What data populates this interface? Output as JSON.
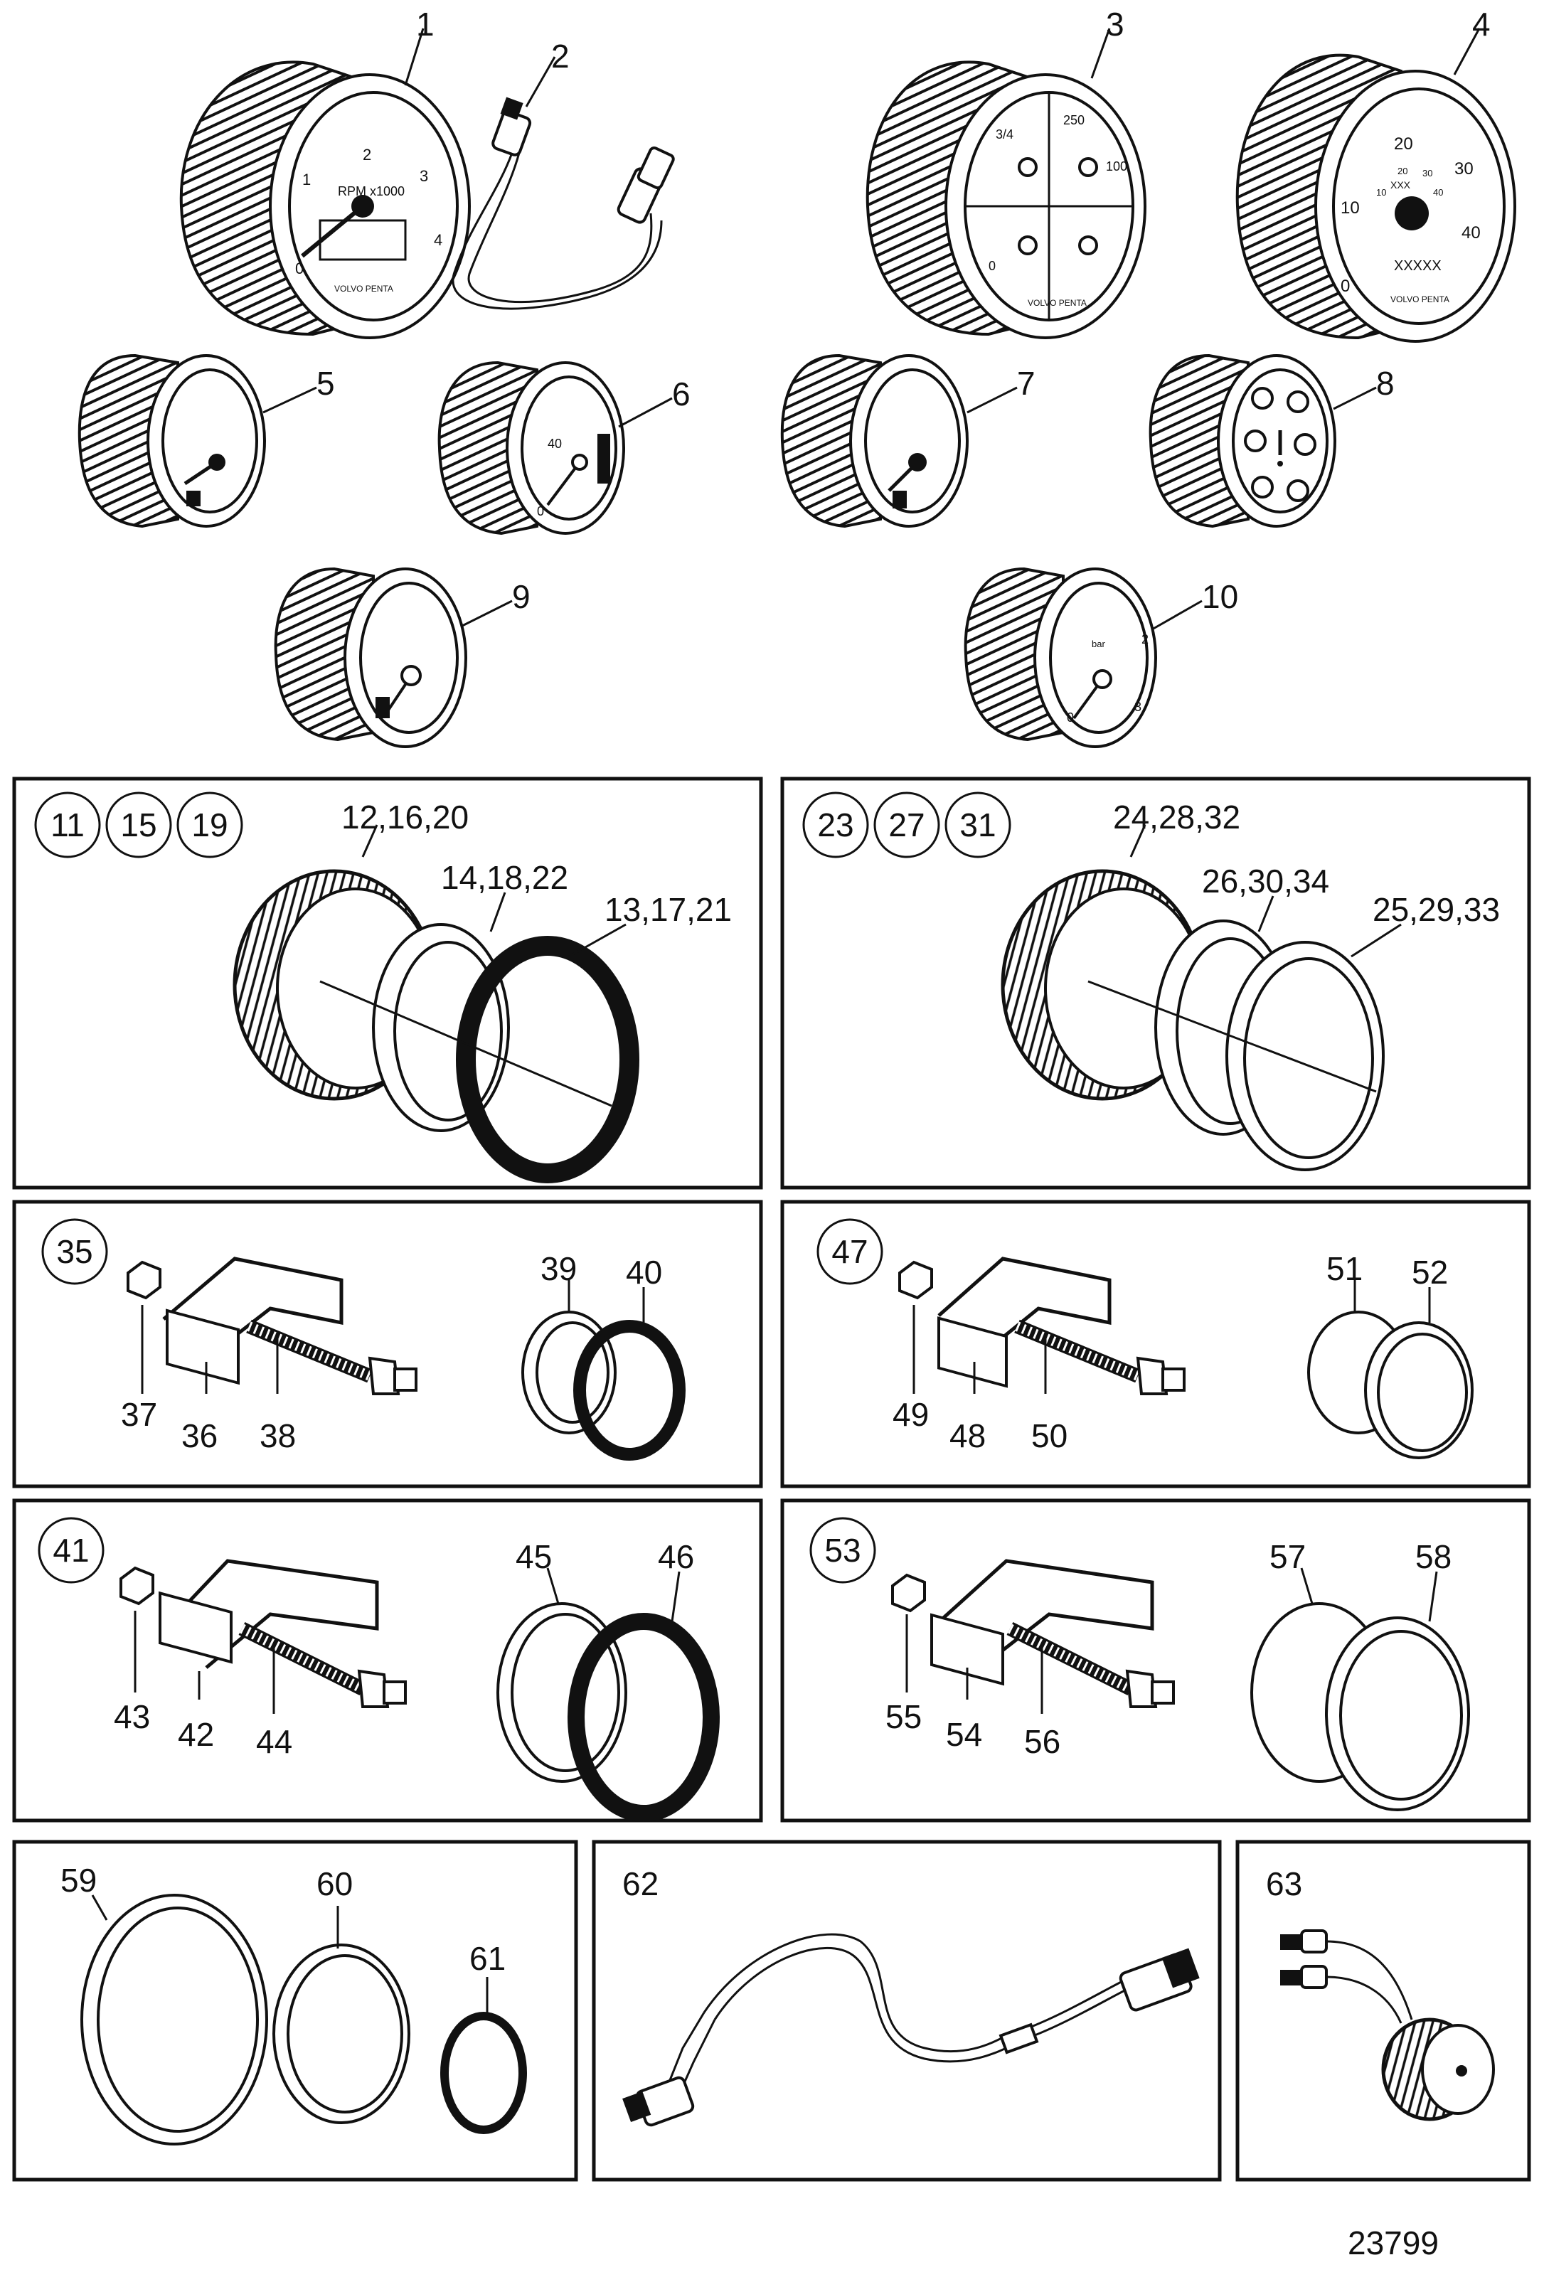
{
  "diagram_id": "23799",
  "gauges": {
    "g1": {
      "label": "1",
      "unit_text": "RPM x1000",
      "brand": "VOLVO PENTA",
      "ticks": [
        "0",
        "1",
        "2",
        "3",
        "4"
      ]
    },
    "g2": {
      "label": "2"
    },
    "g3": {
      "label": "3",
      "brand": "VOLVO PENTA",
      "scales": [
        "3/4",
        "250",
        "100",
        "0"
      ]
    },
    "g4": {
      "label": "4",
      "brand": "VOLVO PENTA",
      "ticks": [
        "0",
        "10",
        "20",
        "30",
        "40"
      ],
      "inner_ticks": [
        "10",
        "20",
        "30",
        "40"
      ],
      "unit_text": "XXX",
      "odometer": "XXXXX"
    },
    "g5": {
      "label": "5"
    },
    "g6": {
      "label": "6",
      "ticks": [
        "0",
        "40"
      ]
    },
    "g7": {
      "label": "7"
    },
    "g8": {
      "label": "8"
    },
    "g9": {
      "label": "9"
    },
    "g10": {
      "label": "10",
      "ticks": [
        "0",
        "2",
        "3"
      ],
      "unit_text": "bar"
    }
  },
  "panels": {
    "p1": {
      "circled": [
        "11",
        "15",
        "19"
      ],
      "labels": [
        "12,16,20",
        "14,18,22",
        "13,17,21"
      ]
    },
    "p2": {
      "circled": [
        "23",
        "27",
        "31"
      ],
      "labels": [
        "24,28,32",
        "26,30,34",
        "25,29,33"
      ]
    },
    "p3": {
      "circled": "35",
      "labels": [
        "37",
        "36",
        "38",
        "39",
        "40"
      ]
    },
    "p4": {
      "circled": "47",
      "labels": [
        "49",
        "48",
        "50",
        "51",
        "52"
      ]
    },
    "p5": {
      "circled": "41",
      "labels": [
        "43",
        "42",
        "44",
        "45",
        "46"
      ]
    },
    "p6": {
      "circled": "53",
      "labels": [
        "55",
        "54",
        "56",
        "57",
        "58"
      ]
    },
    "p7": {
      "labels": [
        "59",
        "60",
        "61"
      ]
    },
    "p8": {
      "labels": [
        "62"
      ]
    },
    "p9": {
      "labels": [
        "63"
      ]
    }
  }
}
